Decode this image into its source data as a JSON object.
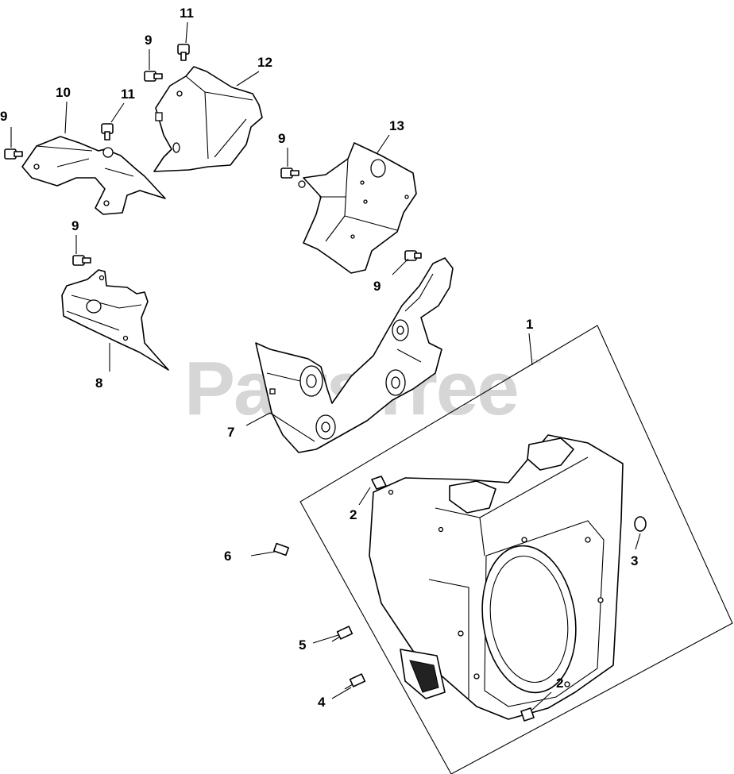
{
  "diagram": {
    "watermark": "PartsTree",
    "trademark": "™",
    "callouts": {
      "c1": "1",
      "c2a": "2",
      "c2b": "2",
      "c3": "3",
      "c4": "4",
      "c5": "5",
      "c6": "6",
      "c7": "7",
      "c8": "8",
      "c9a": "9",
      "c9b": "9",
      "c9c": "9",
      "c9d": "9",
      "c9e": "9",
      "c10": "10",
      "c11a": "11",
      "c11b": "11",
      "c12": "12",
      "c13": "13"
    }
  }
}
